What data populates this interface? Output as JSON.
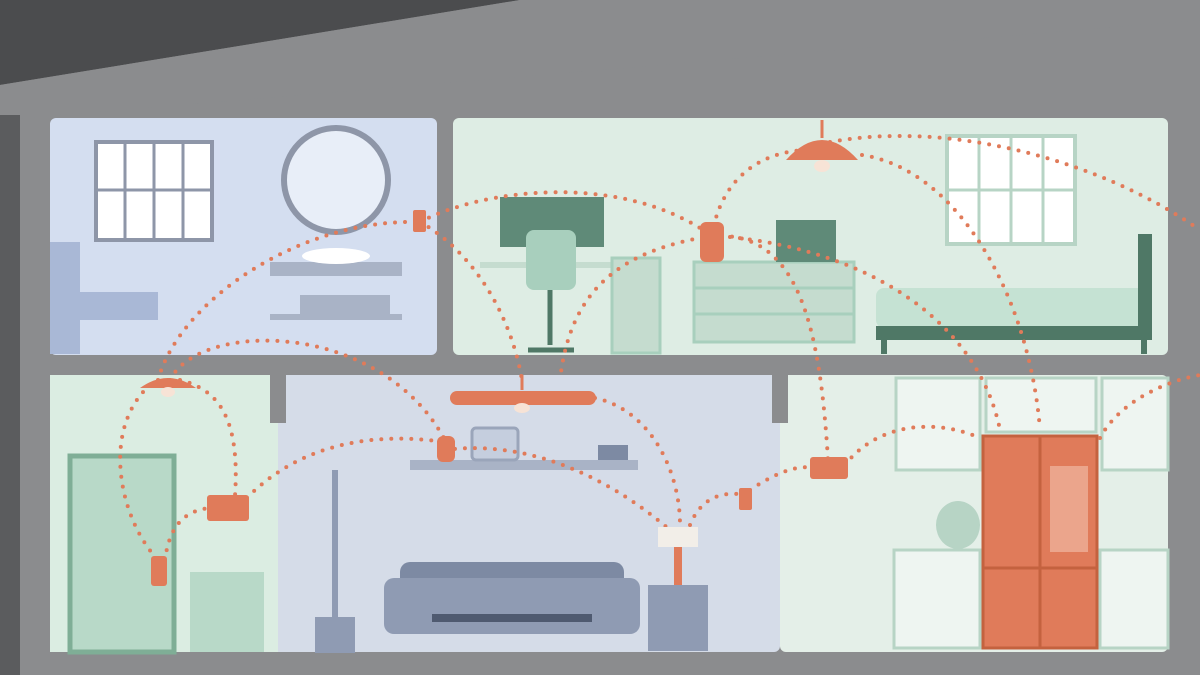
{
  "scene": {
    "subject": "smart-home-network",
    "rooms": [
      "bathroom",
      "office-bedroom",
      "hallway",
      "living-room",
      "kitchen"
    ],
    "devices": [
      "smart-switch-icon",
      "pendant-light-icon",
      "smart-speaker-icon",
      "ceiling-fan-icon",
      "security-camera-icon",
      "thermostat-icon",
      "smart-lock-icon",
      "smart-lamp-icon",
      "smart-display-icon",
      "smart-fridge-icon"
    ]
  },
  "colors": {
    "wall": "#8b8c8e",
    "roof": "#4b4c4e",
    "accent": "#e07b5a",
    "bathroom": "#d4def0",
    "bedroom": "#deede4",
    "hallway": "#dbede2",
    "living": "#d5dce8",
    "kitchen": "#e4efe8",
    "connection": "#e07b5a"
  }
}
